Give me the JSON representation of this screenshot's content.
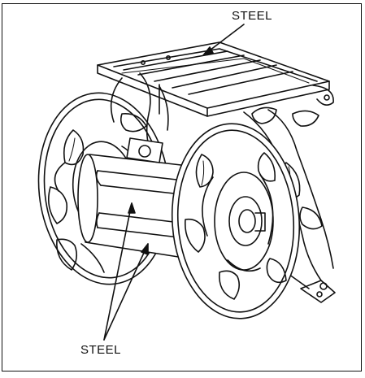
{
  "labels": {
    "top": "STEEL",
    "bottom": "STEEL"
  },
  "colors": {
    "line": "#111111",
    "background": "#ffffff"
  },
  "icons": [
    "hose-reel-illustration",
    "scroll-leaf-ornament",
    "callout-arrow"
  ]
}
